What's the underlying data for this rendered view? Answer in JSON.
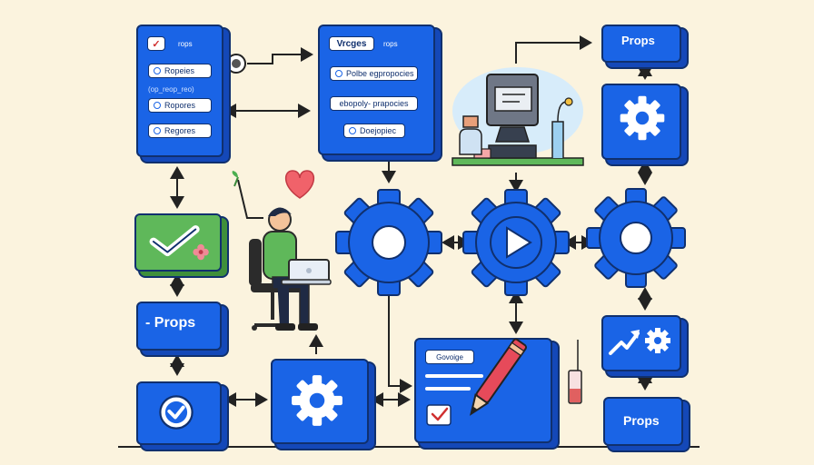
{
  "panel_left": {
    "header_tag": "rops",
    "items": [
      "Ropeies",
      "Ropores",
      "Regores"
    ],
    "caption": "(op_reop_reo)"
  },
  "panel_top": {
    "title": "Vrcges",
    "header_tag": "rops",
    "items": [
      "Polbe egpropocies",
      "ebopoly- prapocies",
      "Doejopiec"
    ]
  },
  "props_top_right": "Props",
  "props_left": "- Props",
  "props_bottom_right": "Props",
  "editor_label": "Govoige",
  "colors": {
    "box_blue": "#1a64e6",
    "outline": "#10306e",
    "background": "#fbf3de",
    "green_panel": "#5fb85a",
    "heart": "#f0626a"
  },
  "icons": [
    "gear-icon",
    "play-icon",
    "check-icon",
    "heart-icon",
    "laptop-icon",
    "pencil-icon",
    "trend-arrow-icon"
  ]
}
